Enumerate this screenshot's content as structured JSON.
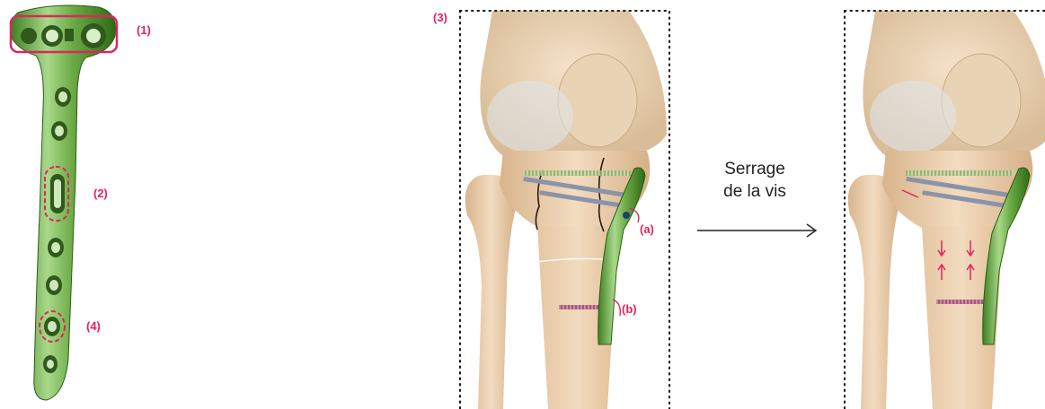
{
  "labels": {
    "l1": "(1)",
    "l2": "(2)",
    "l3": "(3)",
    "l4": "(4)",
    "la": "(a)",
    "lb": "(b)"
  },
  "action": {
    "line1": "Serrage",
    "line2": "de la vis"
  },
  "colors": {
    "accent": "#e0245e",
    "implant": "#6fae3c",
    "bone": "#e9cfae",
    "dotted_frame": "#111111"
  }
}
